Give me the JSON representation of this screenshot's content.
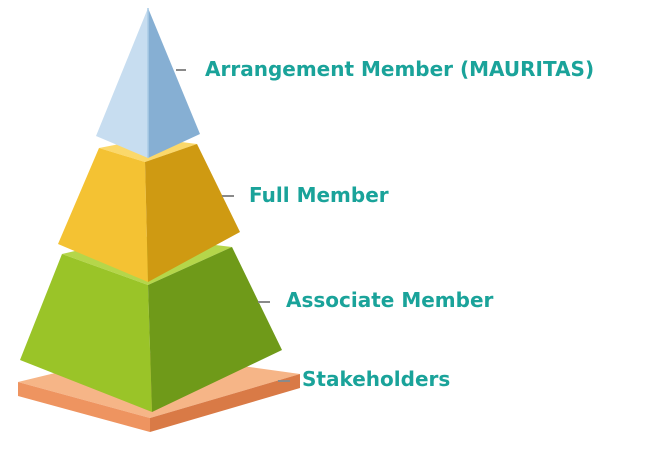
{
  "pyramid": {
    "label_color": "#1aa39a",
    "leader_color": "#8a8a8a",
    "tiers": [
      {
        "label": "Arrangement Member (MAURITAS)",
        "colors": {
          "left": "#c7ddf0",
          "right": "#86afd3",
          "edge": "#aacbe6"
        }
      },
      {
        "label": "Full Member",
        "colors": {
          "front": "#f4c233",
          "right": "#cf9a12",
          "top": "#fbd86a"
        }
      },
      {
        "label": "Associate Member",
        "colors": {
          "front": "#9ac428",
          "right": "#6f9a19",
          "top": "#b5d64a"
        }
      },
      {
        "label": "Stakeholders",
        "colors": {
          "front": "#ee9460",
          "right": "#d97a46",
          "top": "#f6b587"
        }
      }
    ]
  }
}
